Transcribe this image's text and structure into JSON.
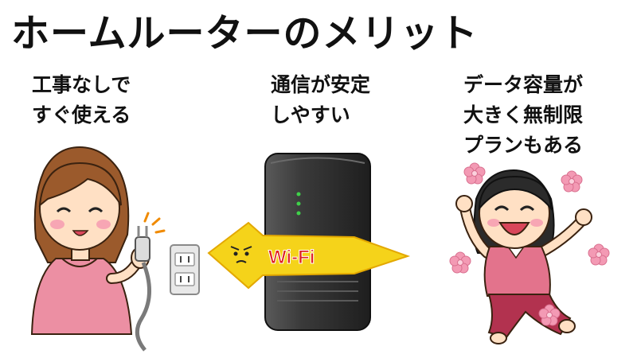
{
  "title": "ホームルーターのメリット",
  "merits": [
    {
      "lines": [
        "工事なしで",
        "すぐ使える"
      ]
    },
    {
      "lines": [
        "通信が安定",
        "しやすい"
      ]
    },
    {
      "lines": [
        "データ容量が",
        "大きく無制限",
        "プランもある"
      ]
    }
  ],
  "wifi_label": "Wi-Fi",
  "colors": {
    "router": "#3a3a3a",
    "led": "#3fd14a",
    "wifi_arrow": "#f5d31a",
    "wifi_text": "#e02020",
    "woman_shirt": "#ec8fa3",
    "girl_shirt": "#e3738c",
    "girl_pants": "#b2324f",
    "flower": "#f39ab4"
  }
}
